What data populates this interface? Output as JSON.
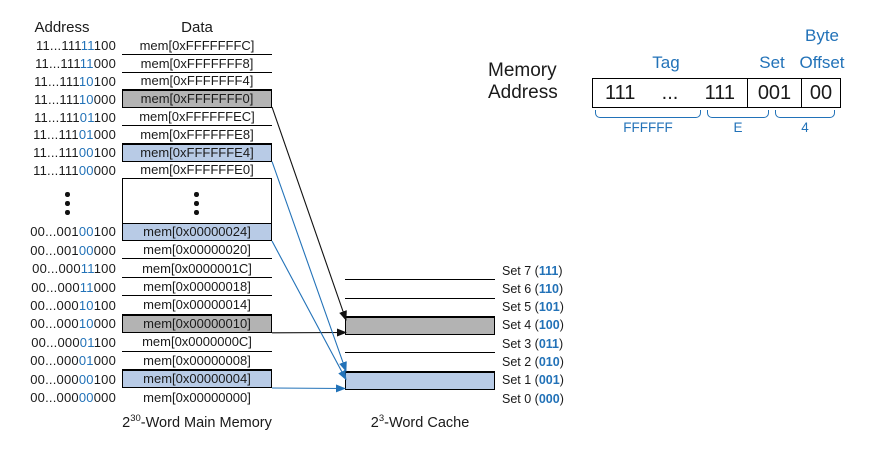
{
  "colors": {
    "blue": "#2272b8",
    "light_blue_fill": "#b8cbe6",
    "gray_fill": "#b3b3b3"
  },
  "headers": {
    "address": "Address",
    "data": "Data"
  },
  "memory": {
    "top_rows": [
      {
        "addr_pre": "11...111",
        "addr_set": "11",
        "addr_post": "100",
        "data": "mem[0xFFFFFFFC]",
        "hl": ""
      },
      {
        "addr_pre": "11...111",
        "addr_set": "11",
        "addr_post": "000",
        "data": "mem[0xFFFFFFF8]",
        "hl": ""
      },
      {
        "addr_pre": "11...111",
        "addr_set": "10",
        "addr_post": "100",
        "data": "mem[0xFFFFFFF4]",
        "hl": ""
      },
      {
        "addr_pre": "11...111",
        "addr_set": "10",
        "addr_post": "000",
        "data": "mem[0xFFFFFFF0]",
        "hl": "gray"
      },
      {
        "addr_pre": "11...111",
        "addr_set": "01",
        "addr_post": "100",
        "data": "mem[0xFFFFFFEC]",
        "hl": ""
      },
      {
        "addr_pre": "11...111",
        "addr_set": "01",
        "addr_post": "000",
        "data": "mem[0xFFFFFFE8]",
        "hl": ""
      },
      {
        "addr_pre": "11...111",
        "addr_set": "00",
        "addr_post": "100",
        "data": "mem[0xFFFFFFE4]",
        "hl": "blue"
      },
      {
        "addr_pre": "11...111",
        "addr_set": "00",
        "addr_post": "000",
        "data": "mem[0xFFFFFFE0]",
        "hl": ""
      }
    ],
    "bottom_rows": [
      {
        "addr_pre": "00...001",
        "addr_set": "00",
        "addr_post": "100",
        "data": "mem[0x00000024]",
        "hl": "blue"
      },
      {
        "addr_pre": "00...001",
        "addr_set": "00",
        "addr_post": "000",
        "data": "mem[0x00000020]",
        "hl": ""
      },
      {
        "addr_pre": "00...000",
        "addr_set": "11",
        "addr_post": "100",
        "data": "mem[0x0000001C]",
        "hl": ""
      },
      {
        "addr_pre": "00...000",
        "addr_set": "11",
        "addr_post": "000",
        "data": "mem[0x00000018]",
        "hl": ""
      },
      {
        "addr_pre": "00...000",
        "addr_set": "10",
        "addr_post": "100",
        "data": "mem[0x00000014]",
        "hl": ""
      },
      {
        "addr_pre": "00...000",
        "addr_set": "10",
        "addr_post": "000",
        "data": "mem[0x00000010]",
        "hl": "gray"
      },
      {
        "addr_pre": "00...000",
        "addr_set": "01",
        "addr_post": "100",
        "data": "mem[0x0000000C]",
        "hl": ""
      },
      {
        "addr_pre": "00...000",
        "addr_set": "01",
        "addr_post": "000",
        "data": "mem[0x00000008]",
        "hl": ""
      },
      {
        "addr_pre": "00...000",
        "addr_set": "00",
        "addr_post": "100",
        "data": "mem[0x00000004]",
        "hl": "blue"
      },
      {
        "addr_pre": "00...000",
        "addr_set": "00",
        "addr_post": "000",
        "data": "mem[0x00000000]",
        "hl": ""
      }
    ],
    "caption": {
      "base": "2",
      "exp": "30",
      "rest": "-Word Main Memory"
    }
  },
  "cache": {
    "rows": [
      {
        "pre": "Set 7 (",
        "bits": "111",
        "post": ")",
        "hl": ""
      },
      {
        "pre": "Set 6 (",
        "bits": "110",
        "post": ")",
        "hl": ""
      },
      {
        "pre": "Set 5 (",
        "bits": "101",
        "post": ")",
        "hl": ""
      },
      {
        "pre": "Set 4 (",
        "bits": "100",
        "post": ")",
        "hl": "gray"
      },
      {
        "pre": "Set 3 (",
        "bits": "011",
        "post": ")",
        "hl": ""
      },
      {
        "pre": "Set 2 (",
        "bits": "010",
        "post": ")",
        "hl": ""
      },
      {
        "pre": "Set 1 (",
        "bits": "001",
        "post": ")",
        "hl": "blue"
      },
      {
        "pre": "Set 0 (",
        "bits": "000",
        "post": ")",
        "hl": ""
      }
    ],
    "caption": {
      "base": "2",
      "exp": "3",
      "rest": "-Word Cache"
    }
  },
  "address_fields": {
    "label_line1": "Memory",
    "label_line2": "Address",
    "tag_label": "Tag",
    "set_label": "Set",
    "byte_label": "Byte",
    "offset_label": "Offset",
    "tag_left": "111",
    "tag_dots": "...",
    "tag_right": "111",
    "set_value": "001",
    "offset_value": "00",
    "hex_tag": "FFFFFF",
    "hex_mid": "E",
    "hex_low": "4"
  }
}
